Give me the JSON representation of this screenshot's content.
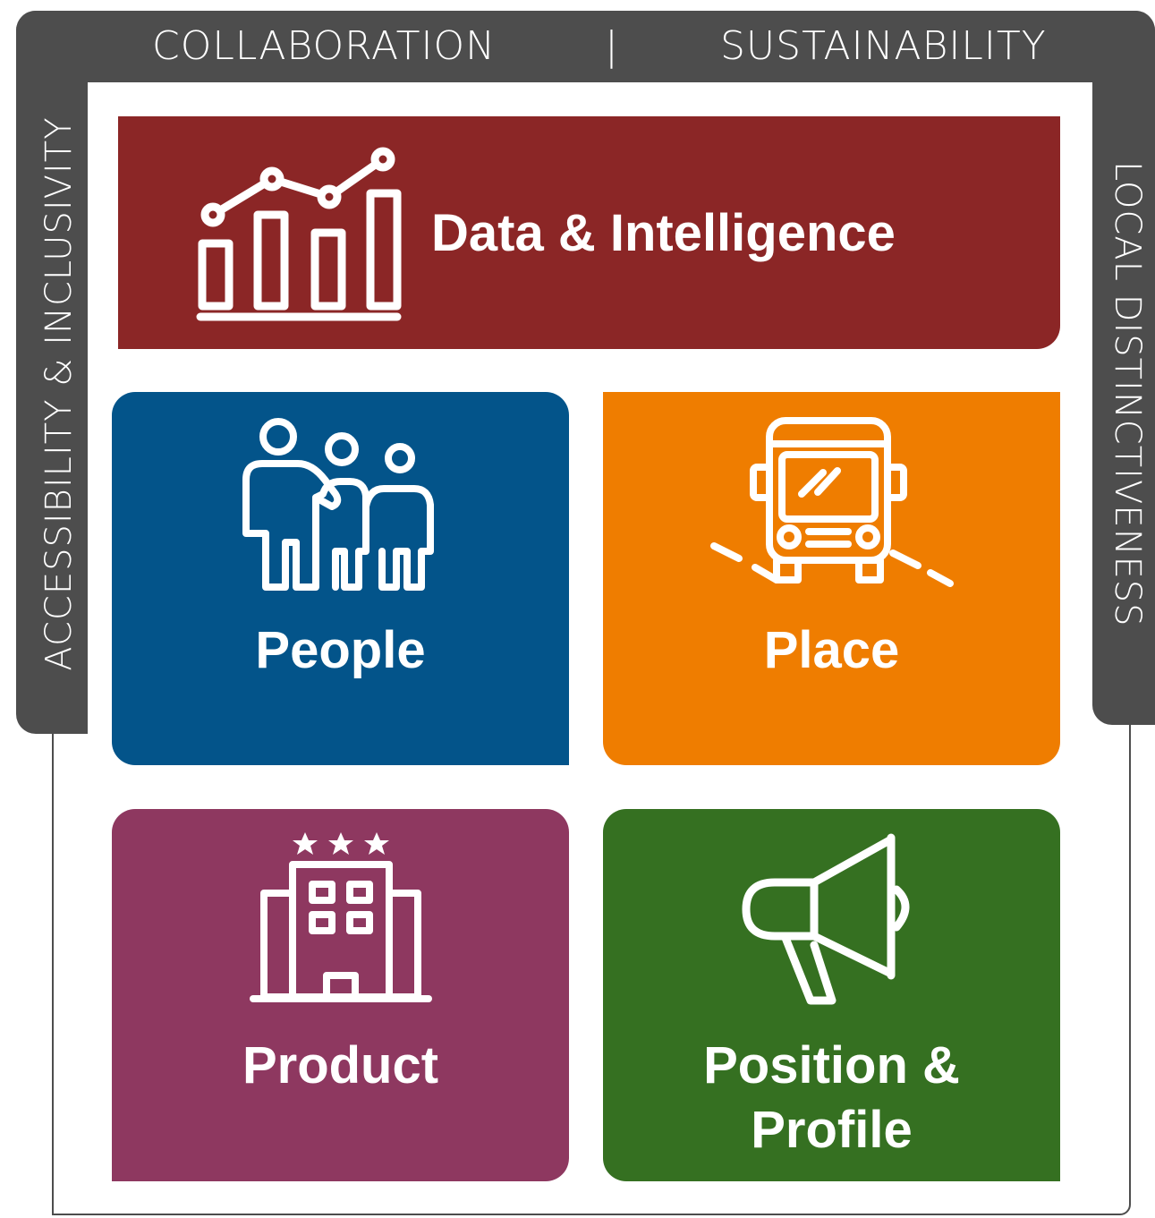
{
  "frame": {
    "top_left_label": "COLLABORATION",
    "top_divider": "|",
    "top_right_label": "SUSTAINABILITY",
    "left_label": "ACCESSIBILITY & INCLUSIVITY",
    "right_label": "LOCAL DISTINCTIVENESS",
    "color": "#4d4d4d"
  },
  "tiles": {
    "data": {
      "title": "Data & Intelligence",
      "color": "#8b2626",
      "icon": "bar-chart-trend-icon"
    },
    "people": {
      "title": "People",
      "color": "#03548a",
      "icon": "people-group-icon"
    },
    "place": {
      "title": "Place",
      "color": "#ef7d00",
      "icon": "bus-icon"
    },
    "product": {
      "title": "Product",
      "color": "#8e3860",
      "icon": "hotel-building-icon"
    },
    "position": {
      "title_line1": "Position &",
      "title_line2": "Profile",
      "color": "#357021",
      "icon": "megaphone-icon"
    }
  }
}
